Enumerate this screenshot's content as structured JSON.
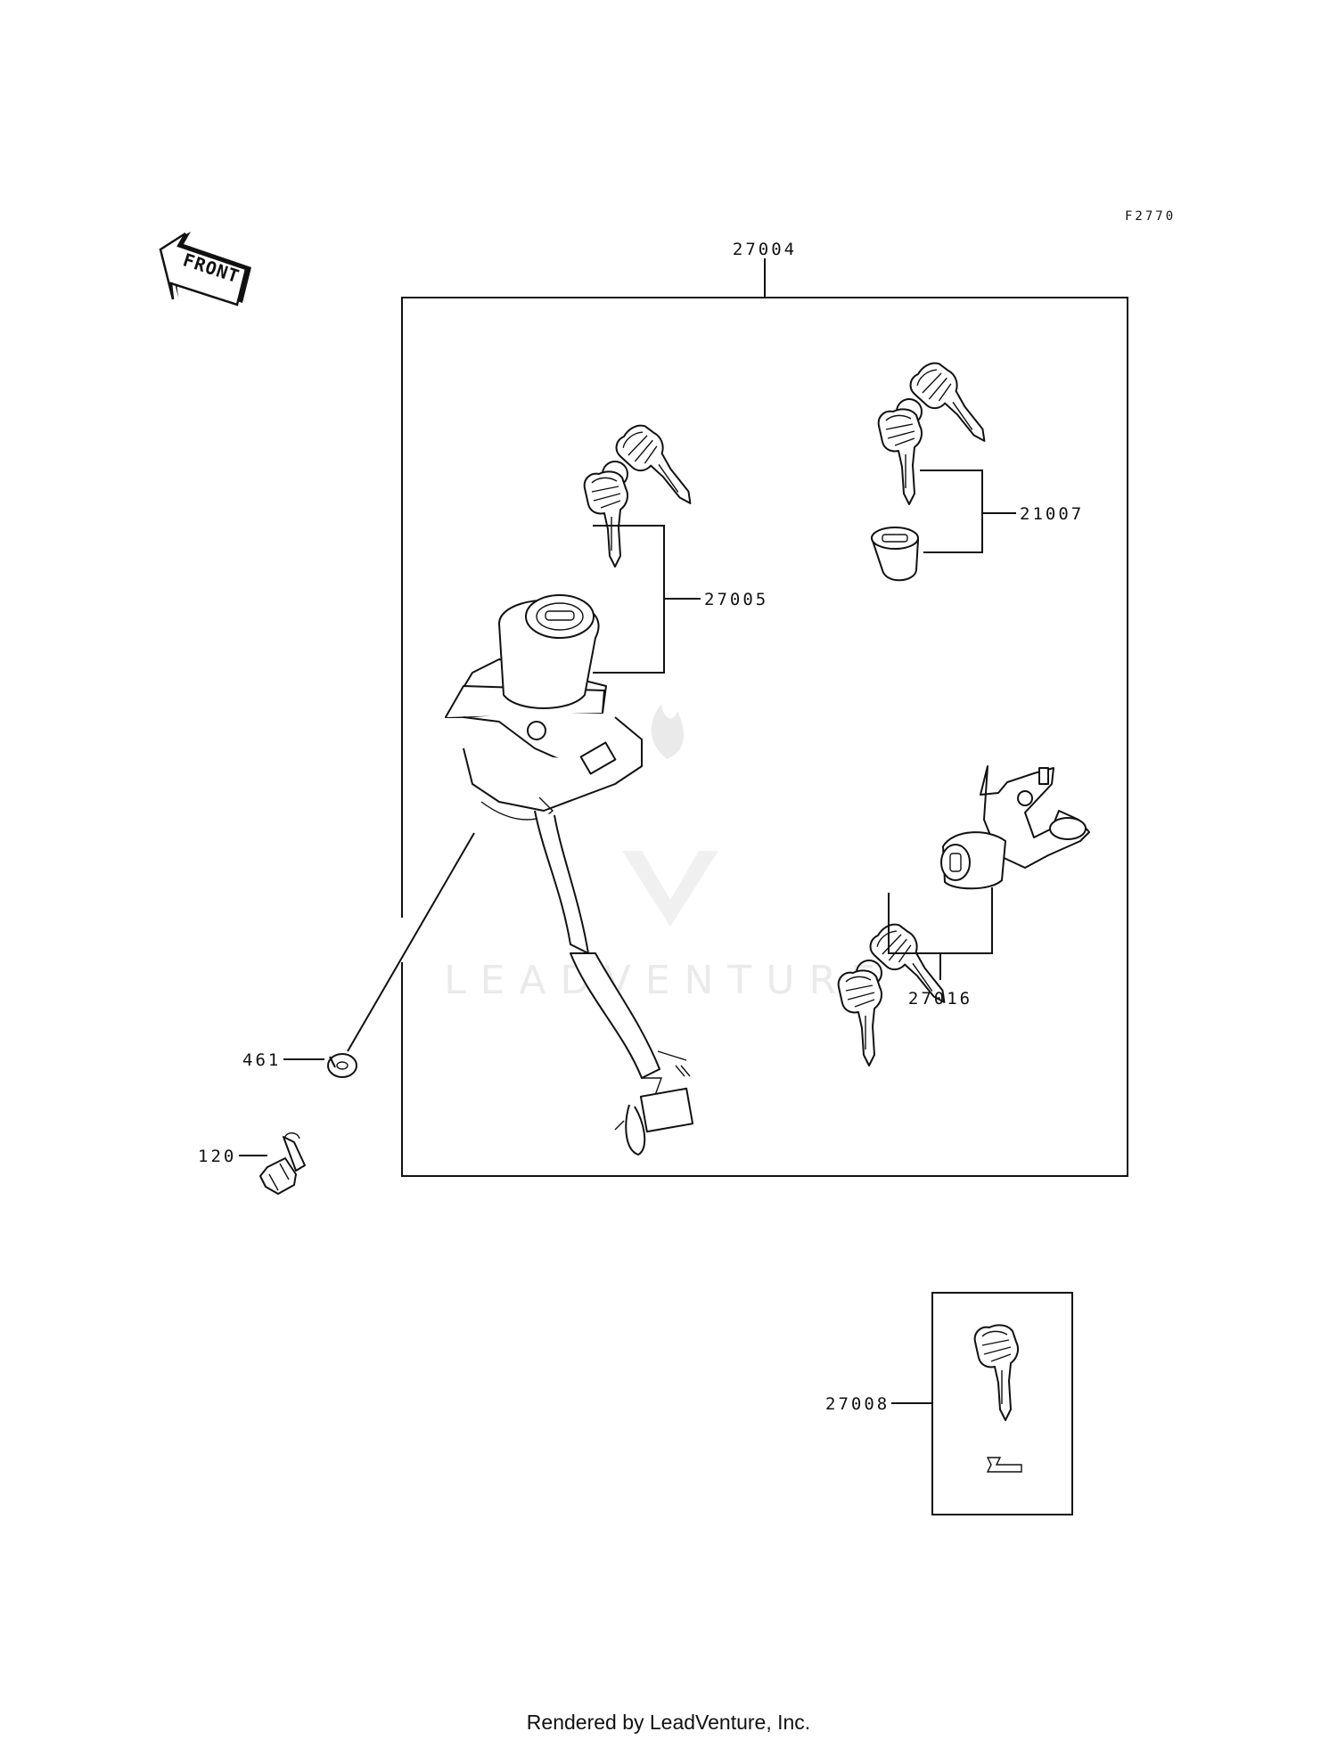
{
  "figure_code": "F2770",
  "front_label": "FRONT",
  "watermark": "LEADVENTURE",
  "parts": {
    "kit": "27004",
    "ignition_switch": "27005",
    "seat_lock": "21007",
    "helmet_lock": "27016",
    "lock_washer": "461",
    "bolt": "120",
    "blank_key": "27008"
  },
  "footer": "Rendered by LeadVenture, Inc."
}
